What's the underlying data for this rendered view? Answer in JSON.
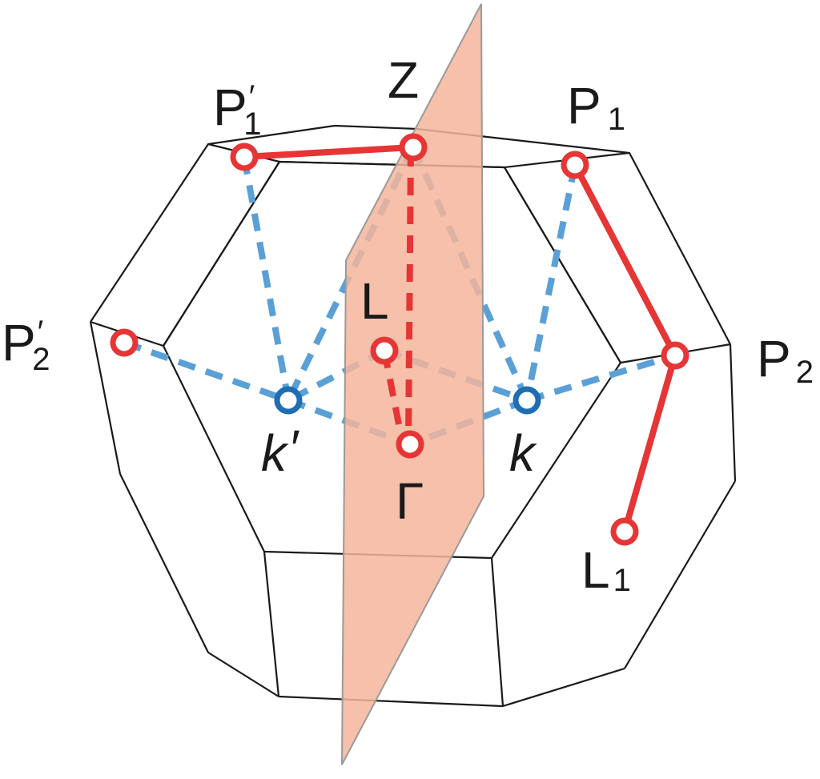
{
  "colors": {
    "edge": "#1a1a1a",
    "path_red": "#e63535",
    "path_blue": "#5aa0d6",
    "point_blue": "#1f6db3",
    "plane_fill": "#f5b59b",
    "plane_edge": "#9a9a9a",
    "background": "#ffffff"
  },
  "labels": {
    "P1p": {
      "base": "P",
      "prime": "′",
      "sub": "1"
    },
    "Z": {
      "text": "Z"
    },
    "P1": {
      "base": "P",
      "sub": "1"
    },
    "P2p": {
      "base": "P",
      "prime": "′",
      "sub": "2"
    },
    "L": {
      "text": "L"
    },
    "P2": {
      "base": "P",
      "sub": "2"
    },
    "kp": {
      "base": "k",
      "prime": "′"
    },
    "k": {
      "text": "k"
    },
    "Gamma": {
      "text": "Γ"
    },
    "L1": {
      "base": "L",
      "sub": "1"
    }
  },
  "points": {
    "red": [
      "P1p",
      "Z",
      "P1",
      "P2p",
      "L",
      "P2",
      "Gamma",
      "L1"
    ],
    "blue": [
      "kp",
      "k"
    ]
  }
}
